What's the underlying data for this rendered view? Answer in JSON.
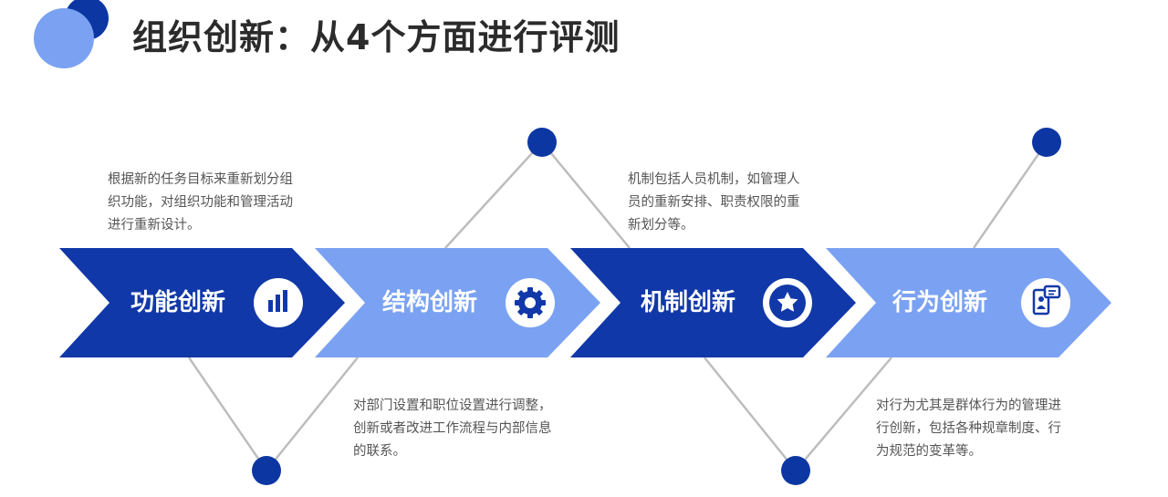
{
  "title": "组织创新：从4个方面进行评测",
  "colors": {
    "dark_blue": "#1138a8",
    "light_blue": "#7ba2f2",
    "dot_blue": "#0c37a3",
    "line_gray": "#bdbdbd",
    "title_circle_light": "#7ba2f2",
    "title_circle_dark": "#0c37a3"
  },
  "steps": [
    {
      "label": "功能创新",
      "icon": "bar-chart-icon",
      "description": "根据新的任务目标来重新划分组织功能，对组织功能和管理活动进行重新设计。"
    },
    {
      "label": "结构创新",
      "icon": "gear-icon",
      "description": "对部门设置和职位设置进行调整，创新或者改进工作流程与内部信息的联系。"
    },
    {
      "label": "机制创新",
      "icon": "star-icon",
      "description": "机制包括人员机制，如管理人员的重新安排、职责权限的重新划分等。"
    },
    {
      "label": "行为创新",
      "icon": "id-card-icon",
      "description": "对行为尤其是群体行为的管理进行创新，包括各种规章制度、行为规范的变革等。"
    }
  ]
}
